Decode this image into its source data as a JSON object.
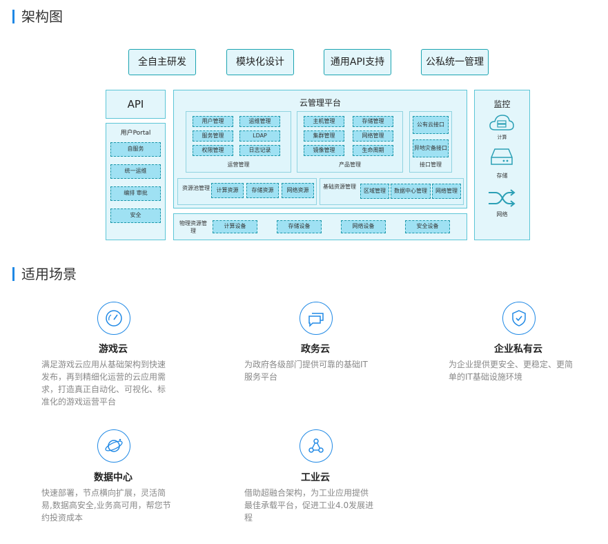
{
  "sections": {
    "architecture": "架构图",
    "scenarios": "适用场景"
  },
  "features": [
    "全自主研发",
    "模块化设计",
    "通用API支持",
    "公私统一管理"
  ],
  "left": {
    "api": "API",
    "portal_title": "用户Portal",
    "portal_items": [
      "自服务",
      "统一运维",
      "编排 审批",
      "安全"
    ]
  },
  "platform": {
    "title": "云管理平台",
    "ops": {
      "caption": "运营管理",
      "items": [
        "用户管理",
        "运维管理",
        "服务管理",
        "LDAP",
        "权限管理",
        "日志记录"
      ]
    },
    "product": {
      "caption": "产品管理",
      "items": [
        "主机管理",
        "存储管理",
        "集群管理",
        "网络管理",
        "镜像管理",
        "生命周期"
      ]
    },
    "iface": {
      "caption": "接口管理",
      "items": [
        "公有云接口",
        "异地灾备接口"
      ]
    },
    "pool": {
      "label": "资源池管理",
      "items": [
        "计算资源",
        "存储资源",
        "网络资源"
      ]
    },
    "base": {
      "label": "基础资源管理",
      "items": [
        "区域管理",
        "数据中心管理",
        "网络管理"
      ]
    },
    "physical": {
      "label": "物理资源管理",
      "items": [
        "计算设备",
        "存储设备",
        "网络设备",
        "安全设备"
      ]
    }
  },
  "monitor": {
    "title": "监控",
    "items": [
      "计算",
      "存储",
      "网络"
    ]
  },
  "scenarios": [
    {
      "icon": "speedometer-icon",
      "title": "游戏云",
      "desc": [
        "满足游戏云应用从基础架构到快速",
        "发布，再到精细化运营的云应用需",
        "求，打造真正自动化、可视化、标",
        "准化的游戏运营平台"
      ]
    },
    {
      "icon": "chat-icon",
      "title": "政务云",
      "desc": [
        "为政府各级部门提供可靠的基础IT",
        "服务平台"
      ]
    },
    {
      "icon": "shield-check-icon",
      "title": "企业私有云",
      "desc": [
        "为企业提供更安全、更稳定、更简",
        "单的IT基础设施环境"
      ]
    },
    {
      "icon": "planet-icon",
      "title": "数据中心",
      "desc": [
        "快速部署，节点横向扩展，灵活简",
        "易,数据高安全,业务高可用，帮您节",
        "约投资成本"
      ]
    },
    {
      "icon": "network-nodes-icon",
      "title": "工业云",
      "desc": [
        "借助超融合架构，为工业应用提供",
        "最佳承载平台，促进工业4.0发展进",
        "程"
      ]
    }
  ]
}
